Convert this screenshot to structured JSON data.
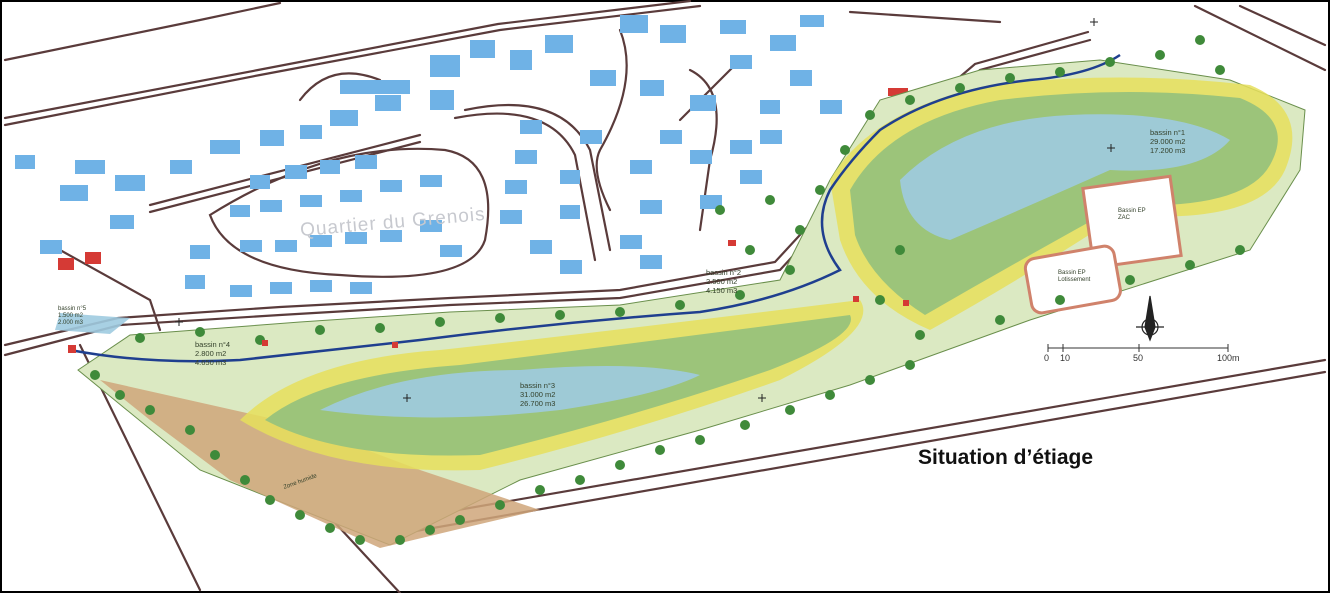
{
  "title": "Situation d’étiage",
  "district_name": "Quartier du Grenois",
  "colors": {
    "building": "#6fb2e6",
    "road": "#5a3b3b",
    "water_deep": "#9ecbe0",
    "basin_green": "#9cc47a",
    "basin_yellow": "#e6df5c",
    "meadow": "#dbe9c2",
    "tree": "#3f8a3a",
    "stream": "#1f3f8f",
    "cultivated": "#cfa67a",
    "frame": "#000000"
  },
  "basins": [
    {
      "name": "bassin n°1",
      "area": "29.000 m2",
      "volume": "17.200 m3"
    },
    {
      "name": "bassin n°2",
      "area": "2.500 m2",
      "volume": "4.150 m3"
    },
    {
      "name": "bassin n°3",
      "area": "31.000 m2",
      "volume": "26.700 m3"
    },
    {
      "name": "bassin n°4",
      "area": "2.800 m2",
      "volume": "4.650 m3"
    },
    {
      "name": "bassin n°5",
      "area": "1.500 m2",
      "volume": "2.000 m3"
    }
  ],
  "features": {
    "ep_basin_1": "Bassin EP",
    "ep_basin_1_note": "ZAC",
    "ep_basin_2": "Bassin EP",
    "ep_basin_2_note": "Lotissement",
    "meadow_zone": "Zone humide"
  },
  "compass_icon": "north-arrow-icon",
  "scale_bar": {
    "ticks": [
      "0",
      "10",
      "50",
      "100m"
    ]
  }
}
